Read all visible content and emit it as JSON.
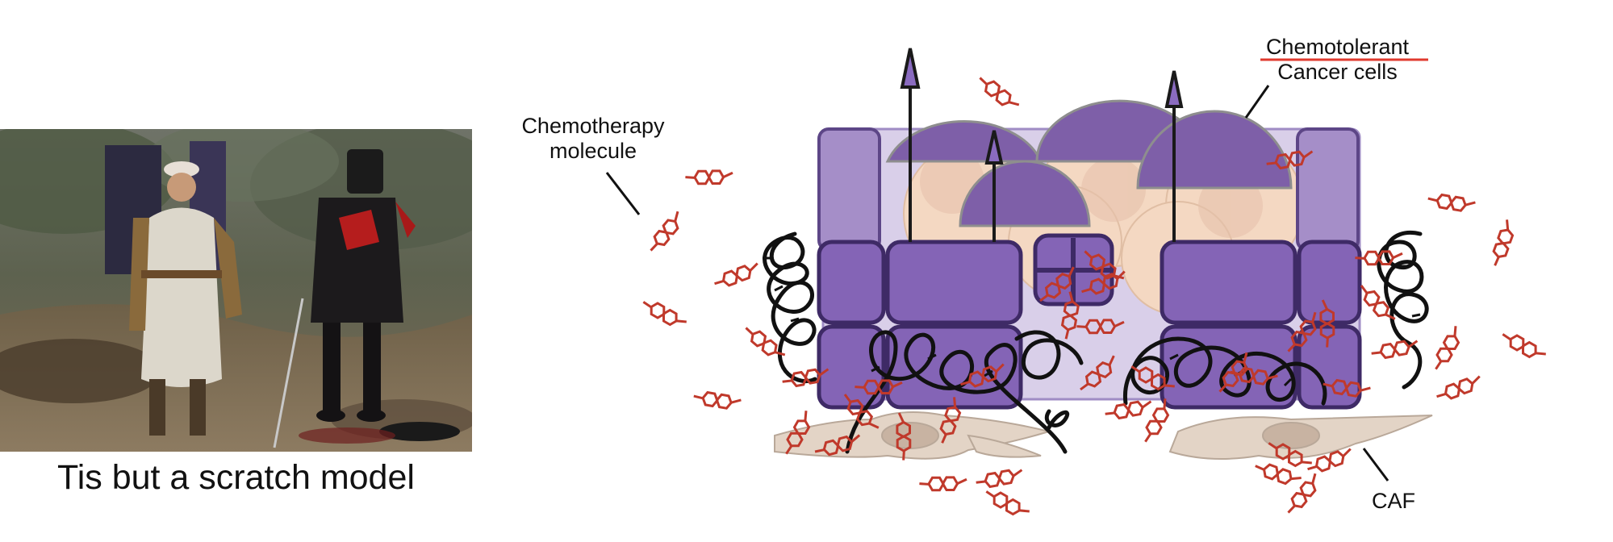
{
  "left_panel": {
    "caption": "Tis but a scratch model"
  },
  "diagram": {
    "labels": {
      "chemotherapy_line1": "Chemotherapy",
      "chemotherapy_line2": "molecule",
      "chemotolerant_line1": "Chemotolerant",
      "chemotolerant_line2": "Cancer cells",
      "caf": "CAF"
    },
    "colors": {
      "receptor_purple": "#7e5fa8",
      "cell_peach": "#f4d8c2",
      "matrix_lavender": "#d9cfe9",
      "drug_red": "#c0392b",
      "caf_tan": "#e3d4c6",
      "underline_red": "#e03a2e"
    }
  }
}
